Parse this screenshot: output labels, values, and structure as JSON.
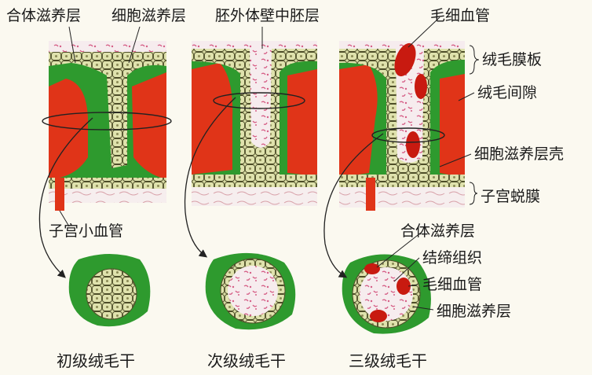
{
  "labels": {
    "syncytiotrophoblast_top": "合体滋养层",
    "cytotrophoblast_top": "细胞滋养层",
    "extraembryonic_mesoderm": "胚外体壁中胚层",
    "capillary_top": "毛细血管",
    "chorionic_plate": "绒毛膜板",
    "intervillous_space": "绒毛间隙",
    "cytotrophoblast_shell": "细胞滋养层壳",
    "decidua": "子宫蜕膜",
    "uterine_vessel": "子宫小血管",
    "syncytiotrophoblast_cs": "合体滋养层",
    "connective_tissue": "结缔组织",
    "capillary_cs": "毛细血管",
    "cytotrophoblast_cs": "细胞滋养层"
  },
  "captions": {
    "primary": "初级绒毛干",
    "secondary": "次级绒毛干",
    "tertiary": "三级绒毛干"
  },
  "colors": {
    "syncytium": "#2e9a2e",
    "cytotrophoblast": "#d8dca2",
    "blood_space": "#e03418",
    "mesoderm": "#f4e9ec",
    "mesoderm_cells": "#d65e86",
    "capillary": "#c81a10"
  }
}
